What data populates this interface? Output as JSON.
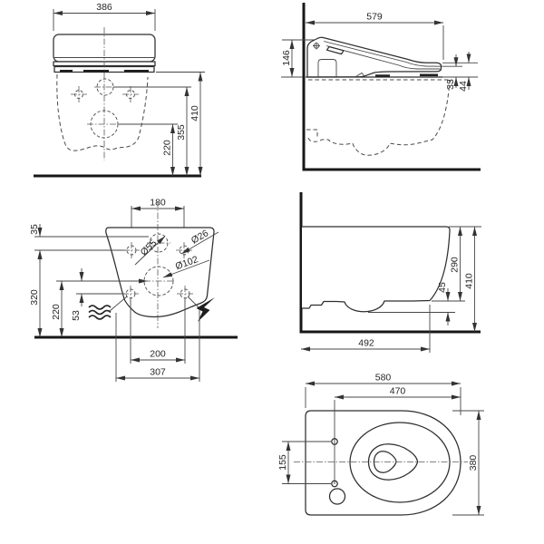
{
  "dims": {
    "front": {
      "seat_width": "386",
      "total_height": "410",
      "inlet_height": "355",
      "drain_height": "220"
    },
    "side_seat": {
      "depth": "579",
      "rear_height": "146",
      "seat_front": "33",
      "lid_front": "44"
    },
    "rear": {
      "top_holes": "180",
      "inlet_offset": "35",
      "fixing_height": "320",
      "drain_height": "220",
      "lower_offset": "53",
      "inlet_dia": "Ø55",
      "hole_dia": "Ø26",
      "drain_dia": "Ø102",
      "lower_holes": "200",
      "bottom_width": "307"
    },
    "side_bowl": {
      "rim_height": "290",
      "total_height": "410",
      "corner_drop": "45",
      "depth": "492"
    },
    "top": {
      "total_depth": "580",
      "hole_depth": "470",
      "hole_spacing": "155",
      "width": "380"
    }
  },
  "symbols": {
    "water_supply_icon": "wavy-lines",
    "power_supply_icon": "lightning-bolt"
  }
}
